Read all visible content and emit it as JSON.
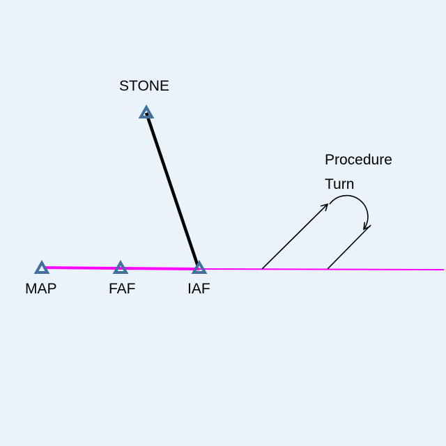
{
  "labels": {
    "stone": "STONE",
    "map": "MAP",
    "faf": "FAF",
    "iaf": "IAF",
    "procedure_turn_line1": "Procedure",
    "procedure_turn_line2": "Turn"
  },
  "colors": {
    "background": "#eaf2fa",
    "course": "#ff00ff",
    "fix": "#41719c",
    "leg": "#000000"
  }
}
